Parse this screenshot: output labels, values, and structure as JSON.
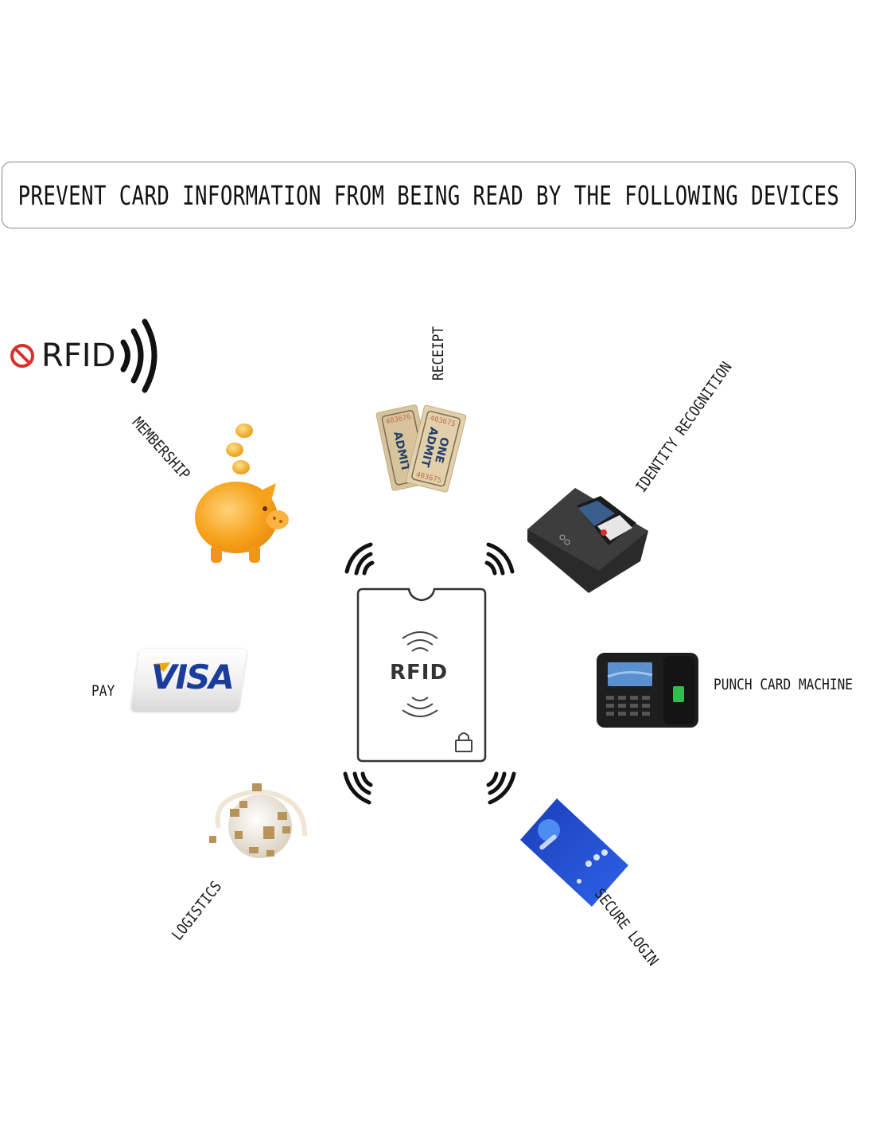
{
  "banner": {
    "text": "PREVENT CARD INFORMATION FROM BEING READ BY THE FOLLOWING DEVICES"
  },
  "rfid_logo": {
    "text": "RFID",
    "prohibited_icon": "no-entry-icon",
    "wave_icon": "signal-waves-icon",
    "accent_color": "#d9302c"
  },
  "center_sleeve": {
    "label": "RFID",
    "icons": [
      "signal-waves-icon",
      "lock-icon"
    ]
  },
  "devices": [
    {
      "id": "receipt",
      "label": "RECEIPT",
      "icon": "ticket-icon",
      "ticket_number": "403675",
      "ticket_text": "ADMIT ONE"
    },
    {
      "id": "identity",
      "label": "IDENTITY RECOGNITION",
      "icon": "face-recognition-terminal-icon"
    },
    {
      "id": "membership",
      "label": "MEMBERSHIP",
      "icon": "piggy-bank-icon"
    },
    {
      "id": "pay",
      "label": "PAY",
      "icon": "visa-card-icon",
      "card_brand": "VISA"
    },
    {
      "id": "punch",
      "label": "PUNCH CARD MACHINE",
      "icon": "time-clock-icon"
    },
    {
      "id": "logistics",
      "label": "LOGISTICS",
      "icon": "globe-packages-icon"
    },
    {
      "id": "secure",
      "label": "SECURE LOGIN",
      "icon": "login-card-icon"
    }
  ],
  "colors": {
    "text": "#1a1a1a",
    "visa_blue": "#1a3d9c",
    "visa_gold": "#f2a900",
    "piggy_orange": "#f7a21b",
    "ticket_beige": "#dcc9a3",
    "login_blue": "#1f4fd6"
  }
}
